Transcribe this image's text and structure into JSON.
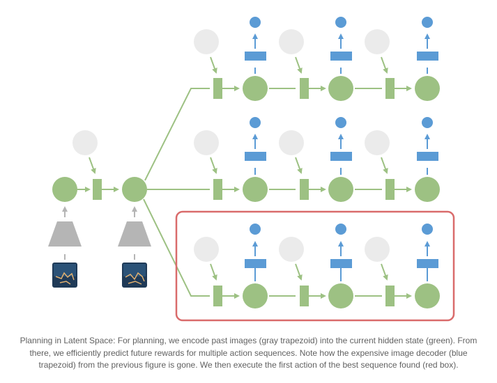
{
  "caption": "Planning in Latent Space: For planning, we encode past images (gray trapezoid) into the current hidden state (green). From there, we efficiently predict future rewards for multiple action sequences. Note how the expensive image decoder (blue trapezoid) from the previous figure is gone. We then execute the first action of the best sequence found (red box).",
  "colors": {
    "state": "#9dc183",
    "reward": "#5b9bd5",
    "noise": "#ebebeb",
    "encoder": "#b5b5b5",
    "highlight": "#d96b6b",
    "arrow_green": "#9dc183",
    "arrow_gray": "#b5b5b5",
    "arrow_blue": "#5b9bd5"
  },
  "diagram": {
    "encoded_frames": 2,
    "planned_sequences": 3,
    "steps_per_sequence": 3,
    "best_sequence_index": 2
  }
}
